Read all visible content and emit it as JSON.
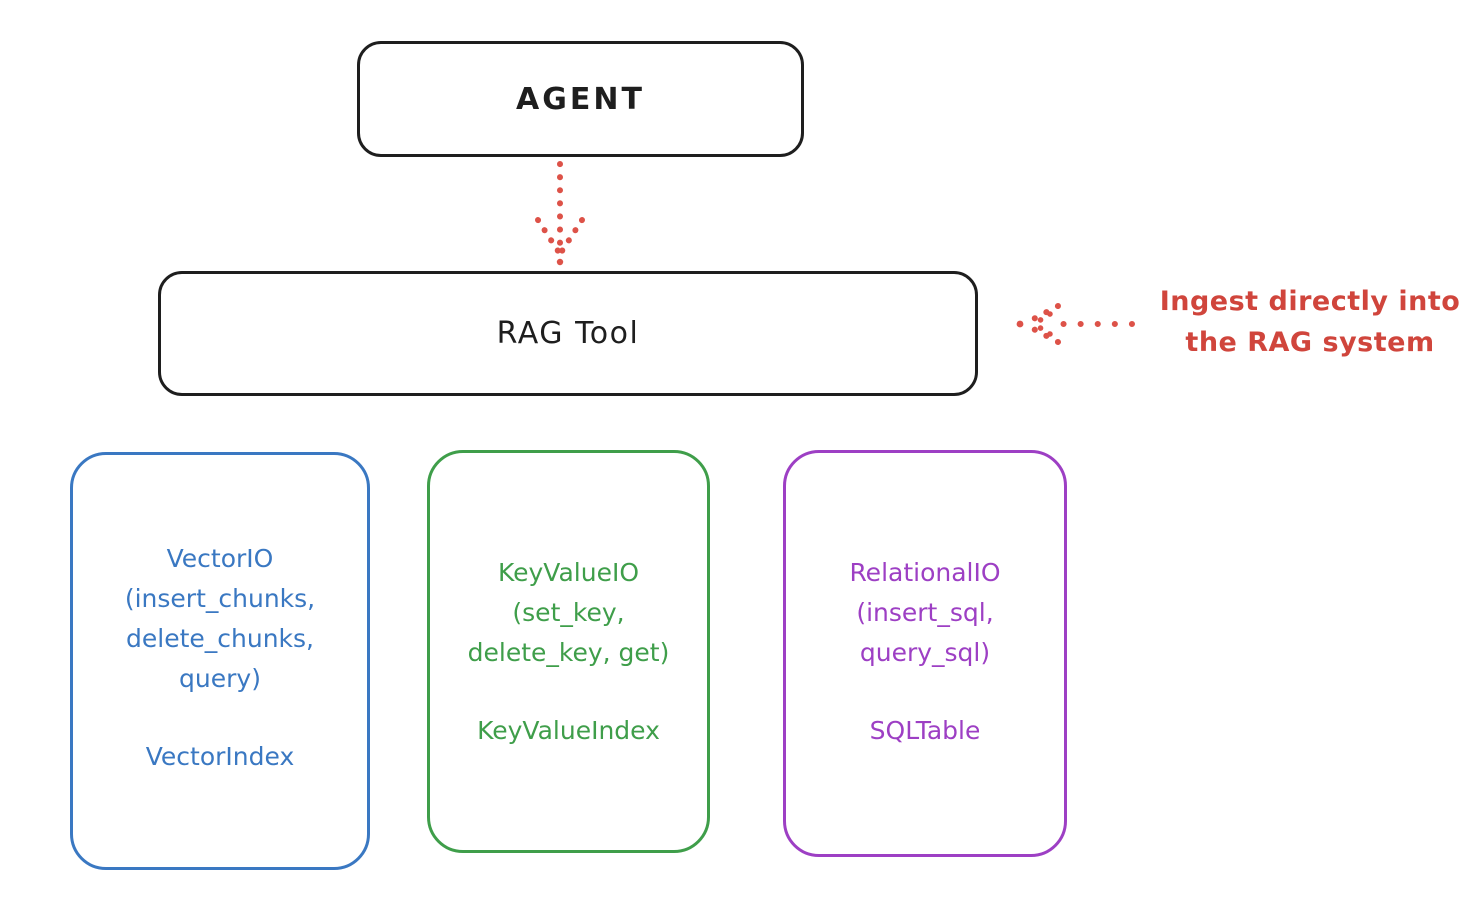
{
  "diagram": {
    "title_hint": "RAG Tool architecture sketch",
    "nodes": {
      "agent": {
        "label": "AGENT"
      },
      "rag_tool": {
        "label": "RAG Tool"
      }
    },
    "annotation": {
      "line1": "Ingest directly into",
      "line2": "the RAG system",
      "color": "#d0453c"
    },
    "arrows": {
      "agent_to_rag": {
        "style": "dotted",
        "direction": "down",
        "color": "#dd5248"
      },
      "ingest_to_rag": {
        "style": "dotted",
        "direction": "left",
        "color": "#dd5248"
      }
    },
    "cards": [
      {
        "name": "vector-io",
        "color": "#3a78c2",
        "lines": [
          "VectorIO",
          "(insert_chunks,",
          "delete_chunks,",
          "query)"
        ],
        "index_label": "VectorIndex"
      },
      {
        "name": "key-value-io",
        "color": "#3f9e4a",
        "lines": [
          "KeyValueIO",
          "(set_key,",
          "delete_key, get)"
        ],
        "index_label": "KeyValueIndex"
      },
      {
        "name": "relational-io",
        "color": "#9d3fc4",
        "lines": [
          "RelationalIO",
          "(insert_sql,",
          "query_sql)"
        ],
        "index_label": "SQLTable"
      }
    ],
    "colors": {
      "stroke": "#1e1e1e",
      "red": "#d0453c",
      "blue": "#3a78c2",
      "green": "#3f9e4a",
      "purple": "#9d3fc4",
      "background": "#ffffff"
    }
  }
}
